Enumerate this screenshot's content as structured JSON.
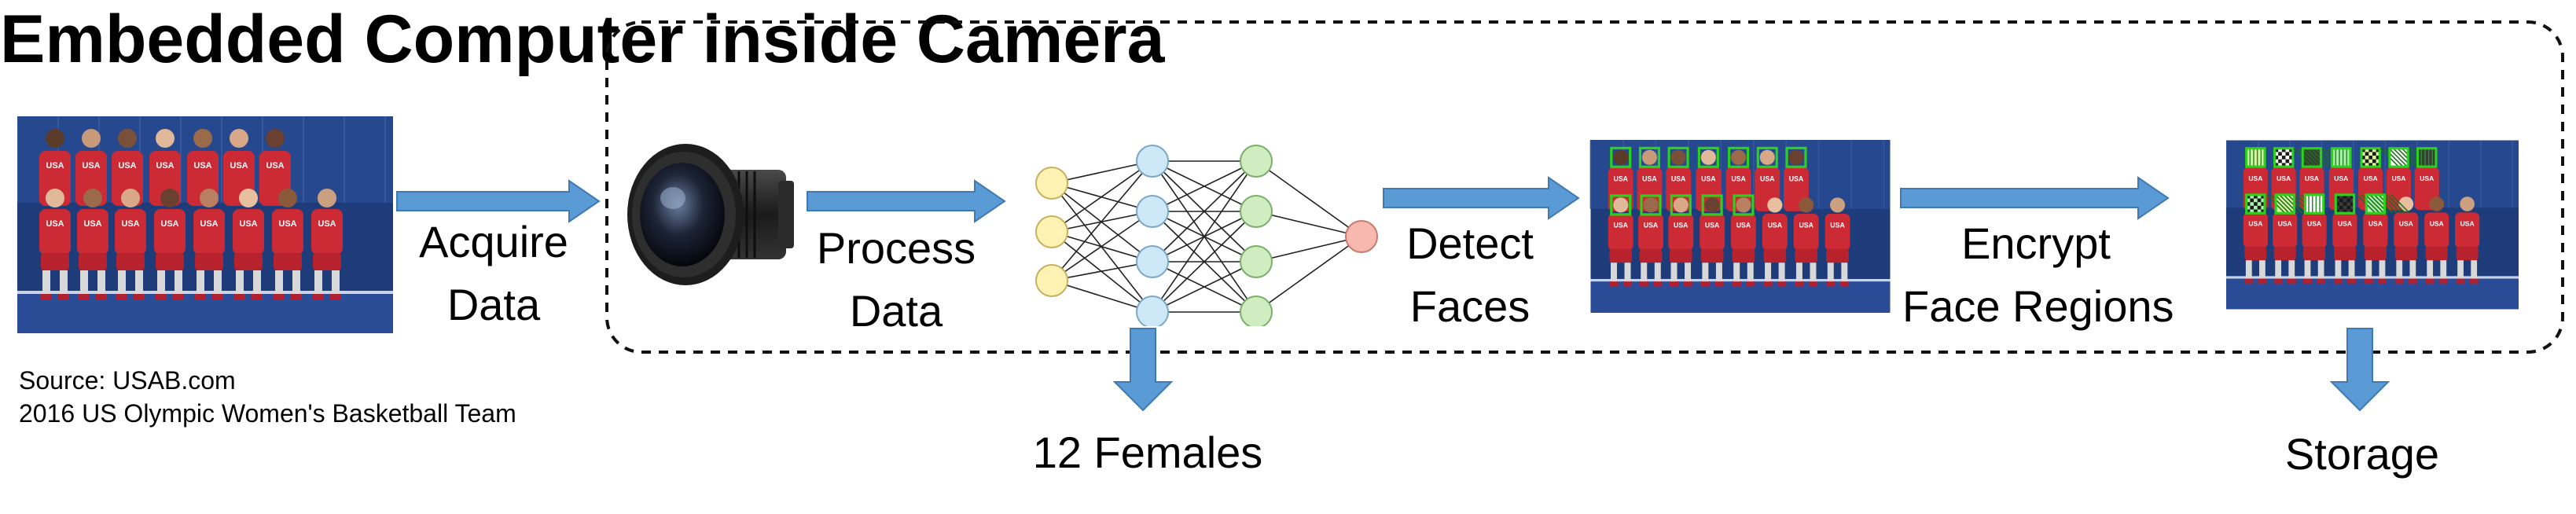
{
  "title": "Embedded Computer inside Camera",
  "steps": {
    "acquire": [
      "Acquire",
      "Data"
    ],
    "process": [
      "Process",
      "Data"
    ],
    "detect": [
      "Detect",
      "Faces"
    ],
    "encrypt": [
      "Encrypt",
      "Face Regions"
    ]
  },
  "outputs": {
    "count": "12 Females",
    "storage": "Storage"
  },
  "source": {
    "line1": "Source: USAB.com",
    "line2": "2016 US Olympic Women's Basketball Team"
  },
  "jersey_text": "USA",
  "colors": {
    "arrow": "#5b9bd5",
    "arrow_stroke": "#3f79b3",
    "node_input": "#fff2b3",
    "node_hidden1": "#cfe8f8",
    "node_hidden2": "#cfedc0",
    "node_output": "#f7b8b0",
    "face_box": "#2bd11a",
    "jersey": "#cc2a35"
  },
  "icons": [
    "camera-lens-icon",
    "neural-network-icon"
  ]
}
